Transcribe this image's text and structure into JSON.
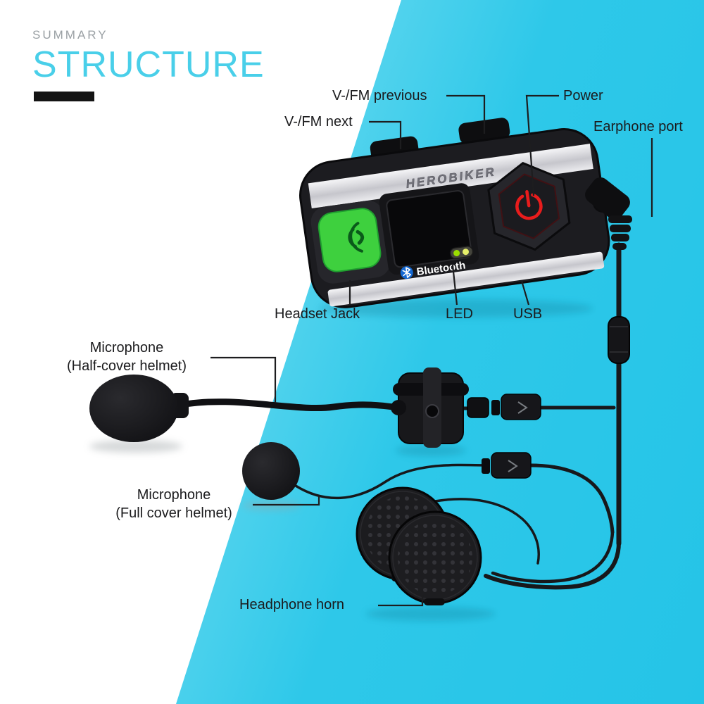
{
  "page": {
    "bg_left": "#ffffff",
    "bg_accent_from": "#c7f5fb",
    "bg_accent_mid": "#2ec8e9",
    "bg_accent_to": "#25c4e7"
  },
  "header": {
    "eyebrow": "SUMMARY",
    "title": "STRUCTURE",
    "title_color": "#49cfe9",
    "eyebrow_color": "#9aa0a4",
    "underline_color": "#141414"
  },
  "device": {
    "brand": "HEROBIKER",
    "bluetooth_label": "Bluetooth",
    "colors": {
      "body": "#1c1c20",
      "talk_button": "#3ed03e",
      "power_symbol": "#e81c1c",
      "bluetooth_blue": "#1468d2",
      "silver": "#d9d9dc",
      "led_green": "#9ade00",
      "led_yellow": "#e6ef6a"
    }
  },
  "callouts": {
    "vfm_previous": "V-/FM previous",
    "vfm_next": "V-/FM next",
    "power": "Power",
    "earphone_port": "Earphone port",
    "headset_jack": "Headset Jack",
    "led": "LED",
    "usb": "USB",
    "microphone_half": {
      "line1": "Microphone",
      "line2": "(Half-cover helmet)"
    },
    "microphone_full": {
      "line1": "Microphone",
      "line2": "(Full cover helmet)"
    },
    "headphone_horn": "Headphone horn"
  }
}
